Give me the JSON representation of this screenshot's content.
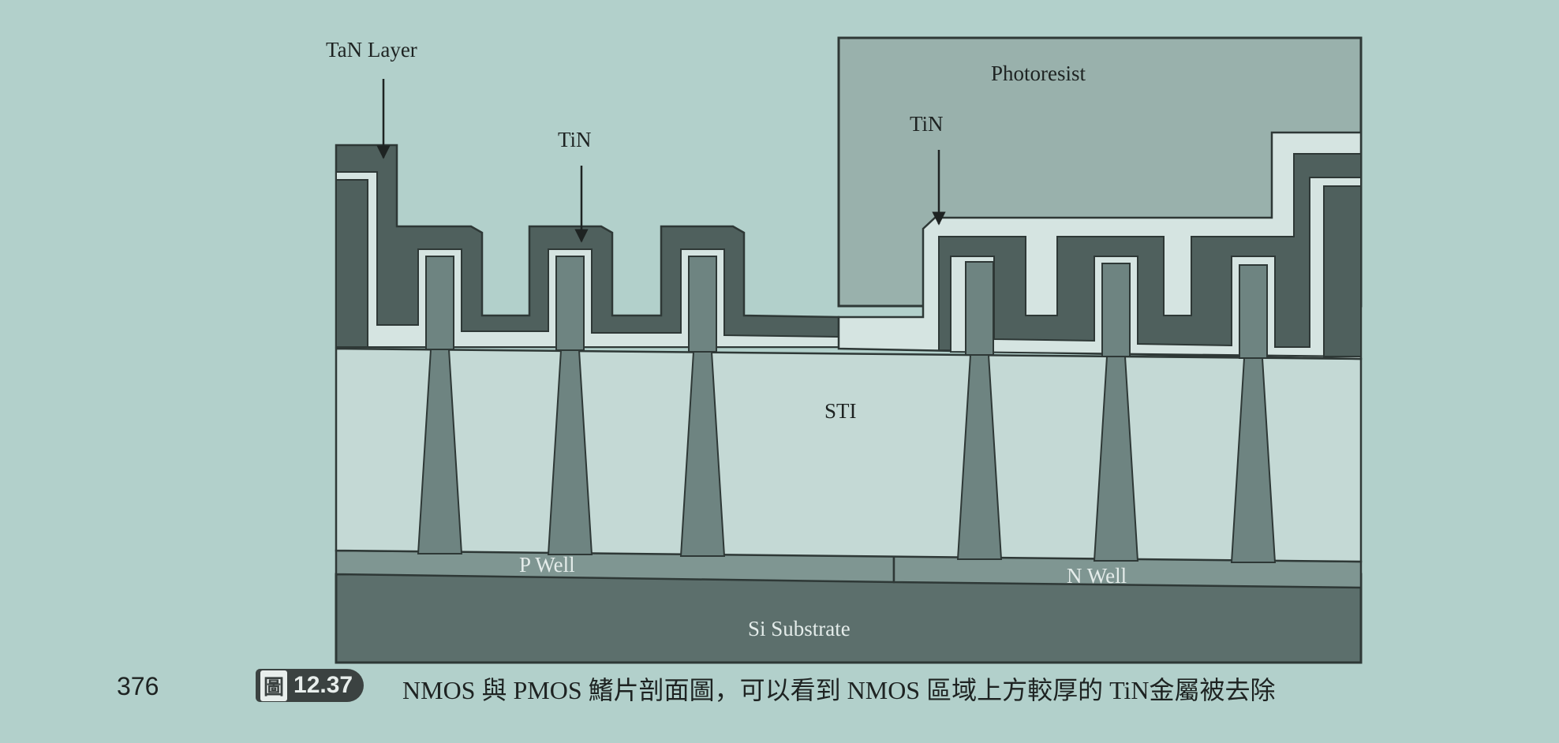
{
  "diagram": {
    "labels": {
      "tan_layer": "TaN Layer",
      "tin_left": "TiN",
      "tin_right": "TiN",
      "photoresist": "Photoresist",
      "sti": "STI",
      "p_well": "P Well",
      "n_well": "N Well",
      "si_substrate": "Si Substrate"
    }
  },
  "caption": {
    "page_number": "376",
    "figure_prefix": "圖",
    "figure_number": "12.37",
    "text": "NMOS 與 PMOS 鰭片剖面圖，可以看到 NMOS 區域上方較厚的 TiN金屬被去除"
  },
  "colors": {
    "background": "#b2d0cb",
    "photoresist": "#99b1ac",
    "tan_dark": "#4f605d",
    "tin_light": "#d5e4e1",
    "fin": "#6e8481",
    "sti": "#c4d9d5",
    "well": "#7f9692",
    "substrate": "#5c6f6c"
  }
}
